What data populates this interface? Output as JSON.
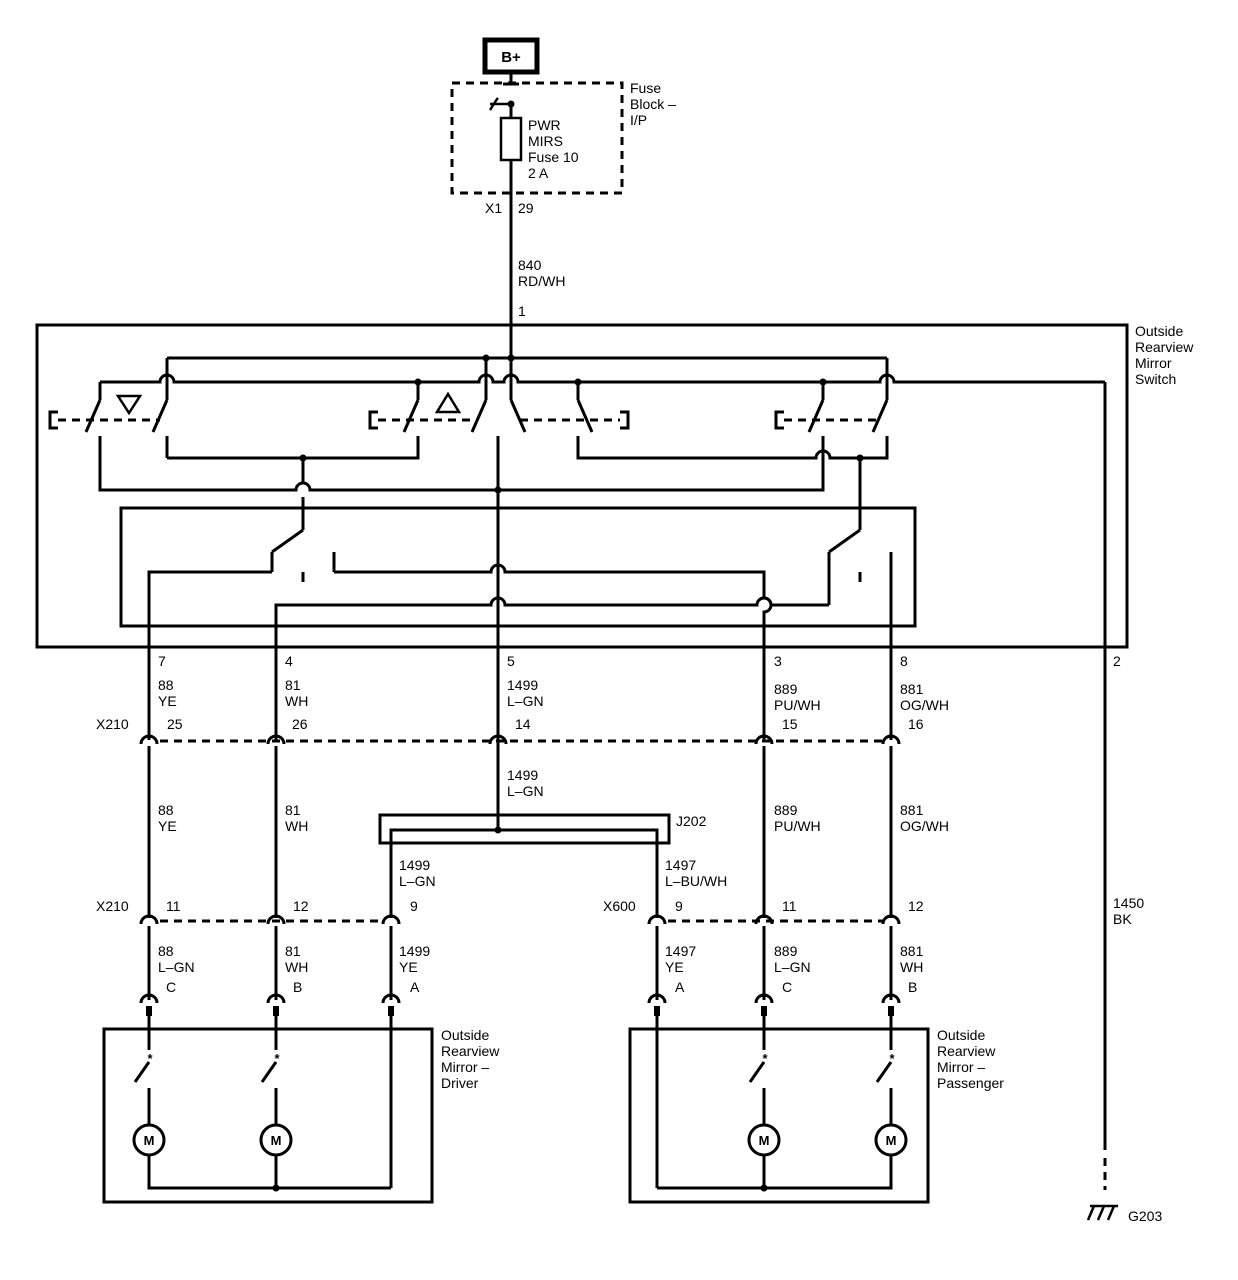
{
  "power": {
    "label": "B+"
  },
  "fuse_block": {
    "name_lines": [
      "Fuse",
      "Block –",
      "I/P"
    ],
    "fuse_lines": [
      "PWR",
      "MIRS",
      "Fuse 10",
      "2 A"
    ],
    "connector": "X1",
    "pin": "29"
  },
  "feed_wire": {
    "circuit": "840",
    "color": "RD/WH"
  },
  "switch": {
    "name_lines": [
      "Outside",
      "Rearview",
      "Mirror",
      "Switch"
    ],
    "pin_feed": "1",
    "pin_ground": "2",
    "pins": [
      "7",
      "4",
      "5",
      "3",
      "8"
    ]
  },
  "upper_wires": [
    {
      "circuit": "88",
      "color": "YE"
    },
    {
      "circuit": "81",
      "color": "WH"
    },
    {
      "circuit": "1499",
      "color": "L–GN"
    },
    {
      "circuit": "889",
      "color": "PU/WH"
    },
    {
      "circuit": "881",
      "color": "OG/WH"
    }
  ],
  "x210_upper": {
    "name": "X210",
    "pins": [
      "25",
      "26",
      "14",
      "15",
      "16"
    ]
  },
  "mid_wires": [
    {
      "circuit": "88",
      "color": "YE"
    },
    {
      "circuit": "81",
      "color": "WH"
    },
    {
      "circuit": "1499",
      "color": "L–GN"
    },
    {
      "circuit": "889",
      "color": "PU/WH"
    },
    {
      "circuit": "881",
      "color": "OG/WH"
    }
  ],
  "splice": {
    "name": "J202"
  },
  "splice_out": [
    {
      "circuit": "1499",
      "color": "L–GN"
    },
    {
      "circuit": "1497",
      "color": "L–BU/WH"
    }
  ],
  "x210_lower": {
    "name": "X210",
    "pins": [
      "11",
      "12",
      "9"
    ]
  },
  "x600": {
    "name": "X600",
    "pins": [
      "9",
      "11",
      "12"
    ]
  },
  "driver_wires": [
    {
      "circuit": "88",
      "color": "L–GN",
      "pin": "C"
    },
    {
      "circuit": "81",
      "color": "WH",
      "pin": "B"
    },
    {
      "circuit": "1499",
      "color": "YE",
      "pin": "A"
    }
  ],
  "passenger_wires": [
    {
      "circuit": "1497",
      "color": "YE",
      "pin": "A"
    },
    {
      "circuit": "889",
      "color": "L–GN",
      "pin": "C"
    },
    {
      "circuit": "881",
      "color": "WH",
      "pin": "B"
    }
  ],
  "driver_mirror": {
    "name_lines": [
      "Outside",
      "Rearview",
      "Mirror –",
      "Driver"
    ]
  },
  "passenger_mirror": {
    "name_lines": [
      "Outside",
      "Rearview",
      "Mirror –",
      "Passenger"
    ]
  },
  "ground_wire": {
    "circuit": "1450",
    "color": "BK"
  },
  "ground": {
    "name": "G203"
  },
  "motor_label": "M",
  "switch_marker": "*",
  "arrows": {
    "down": "down-triangle",
    "up": "up-triangle"
  }
}
